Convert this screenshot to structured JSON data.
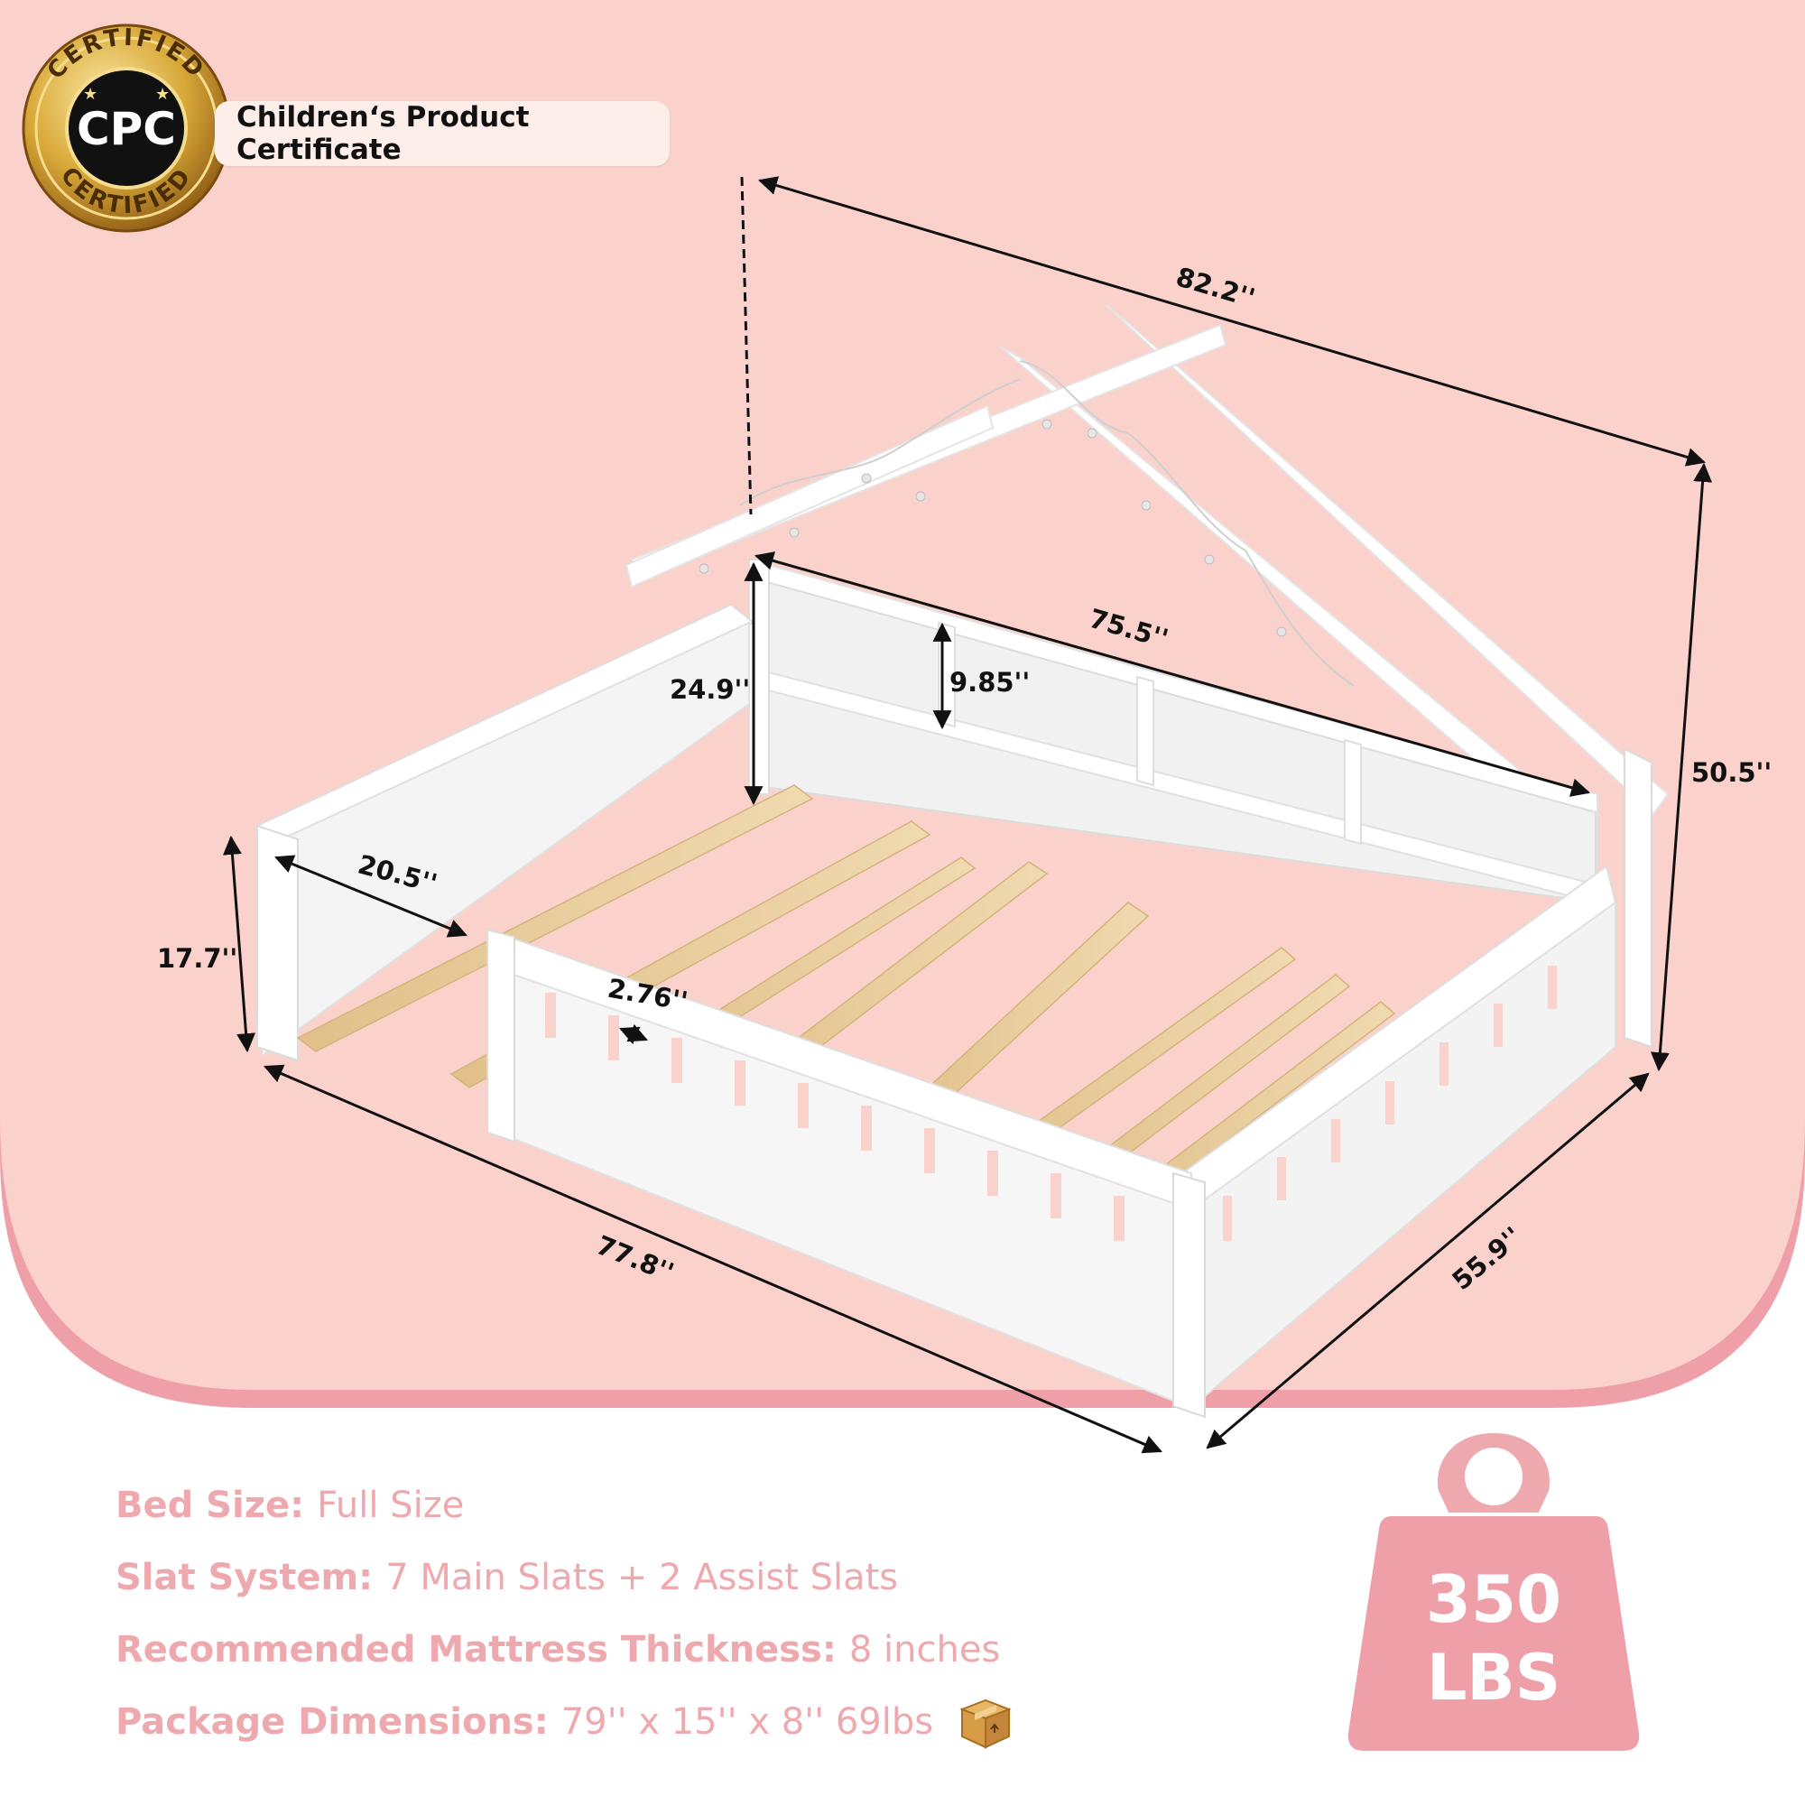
{
  "certificate": {
    "badge_text": "CPC",
    "ring_text": "CERTIFIED",
    "label": "Children‘s Product Certificate"
  },
  "dimensions": {
    "overall_length": "82.2''",
    "overall_height": "50.5''",
    "shelf_width": "75.5''",
    "shelf_height": "24.9''",
    "cubby_height": "9.85''",
    "rail_height": "17.7''",
    "opening_width": "20.5''",
    "slat_gap": "2.76''",
    "bed_length": "77.8''",
    "bed_width": "55.9''"
  },
  "specs": [
    {
      "label": "Bed Size:",
      "value": "Full Size"
    },
    {
      "label": "Slat System:",
      "value": "7 Main Slats + 2 Assist Slats"
    },
    {
      "label": "Recommended Mattress Thickness:",
      "value": "8 inches"
    },
    {
      "label": "Package Dimensions:",
      "value": "79'' x 15'' x 8'' 69lbs"
    }
  ],
  "capacity": {
    "value": "350",
    "unit": "LBS"
  },
  "colors": {
    "accent_pink": "#eea9ae",
    "panel_pink": "#fad2cb",
    "border_pink": "#ef9fa8",
    "slat_wood": "#e8cfa1",
    "gold": "#c9962e"
  },
  "icons": {
    "certificate": "cpc-seal-icon",
    "package": "package-box-icon",
    "weight": "kettlebell-weight-icon"
  }
}
